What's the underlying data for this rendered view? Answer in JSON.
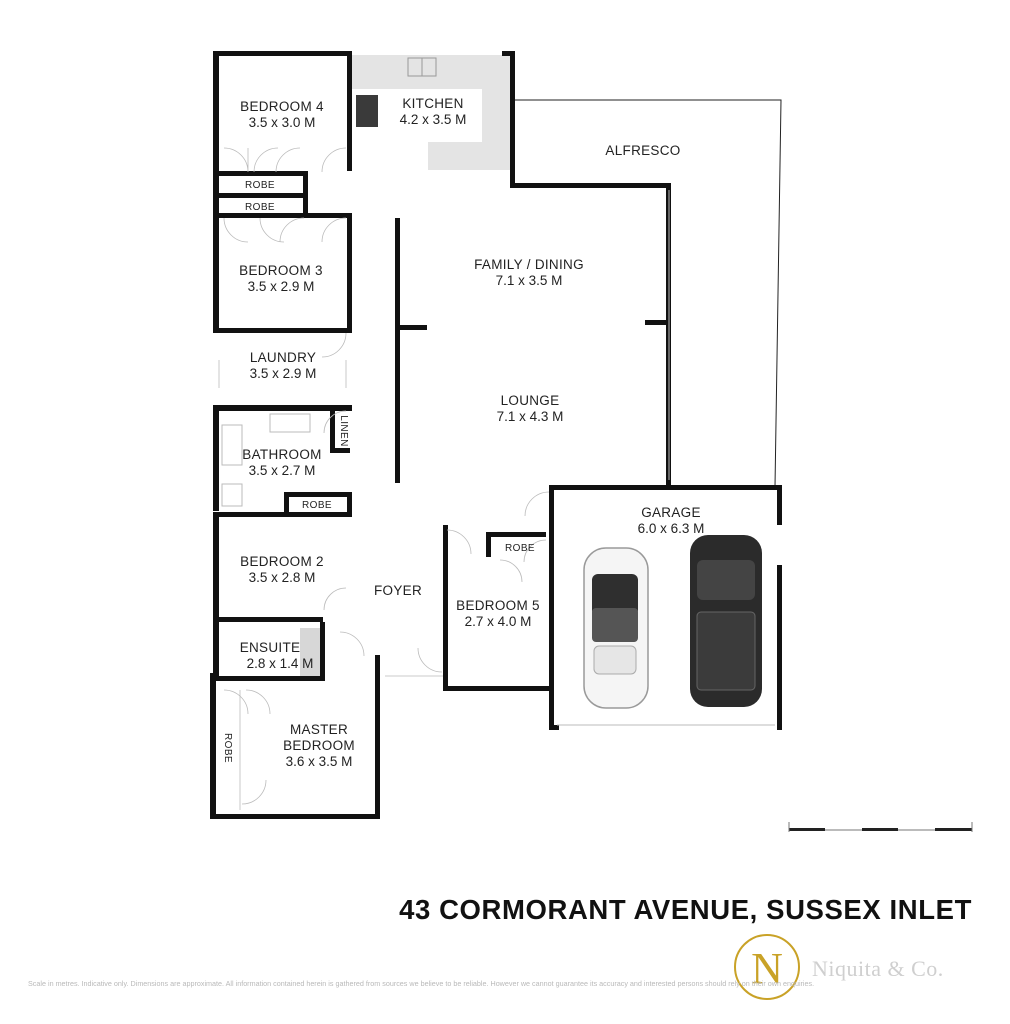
{
  "rooms": {
    "bedroom4": {
      "name": "BEDROOM 4",
      "dims": "3.5 x 3.0 M"
    },
    "kitchen": {
      "name": "KITCHEN",
      "dims": "4.2 x 3.5 M"
    },
    "alfresco": {
      "name": "ALFRESCO"
    },
    "robe_b4": {
      "name": "ROBE"
    },
    "robe_b3": {
      "name": "ROBE"
    },
    "bedroom3": {
      "name": "BEDROOM 3",
      "dims": "3.5 x 2.9 M"
    },
    "family": {
      "name": "FAMILY / DINING",
      "dims": "7.1 x 3.5 M"
    },
    "laundry": {
      "name": "LAUNDRY",
      "dims": "3.5 x 2.9 M"
    },
    "lounge": {
      "name": "LOUNGE",
      "dims": "7.1 x 4.3 M"
    },
    "linen": {
      "name": "LINEN"
    },
    "bathroom": {
      "name": "BATHROOM",
      "dims": "3.5 x 2.7 M"
    },
    "robe_b2": {
      "name": "ROBE"
    },
    "garage": {
      "name": "GARAGE",
      "dims": "6.0 x 6.3 M"
    },
    "robe_b5": {
      "name": "ROBE"
    },
    "bedroom2": {
      "name": "BEDROOM 2",
      "dims": "3.5 x 2.8 M"
    },
    "foyer": {
      "name": "FOYER"
    },
    "bedroom5": {
      "name": "BEDROOM 5",
      "dims": "2.7 x 4.0 M"
    },
    "ensuite": {
      "name": "ENSUITE",
      "dims": "2.8 x 1.4 M"
    },
    "master": {
      "name_line1": "MASTER",
      "name_line2": "BEDROOM",
      "dims": "3.6 x 3.5 M"
    },
    "robe_master": {
      "name": "ROBE"
    }
  },
  "address": "43 CORMORANT AVENUE, SUSSEX INLET",
  "disclaimer": "Scale in metres. Indicative only. Dimensions are approximate. All information contained herein is gathered from sources we believe to be reliable. However we cannot guarantee its accuracy and interested persons should rely on their own enquiries.",
  "brand": {
    "name": "Niquita & Co.",
    "monogram": "N",
    "color": "#c9a227"
  }
}
